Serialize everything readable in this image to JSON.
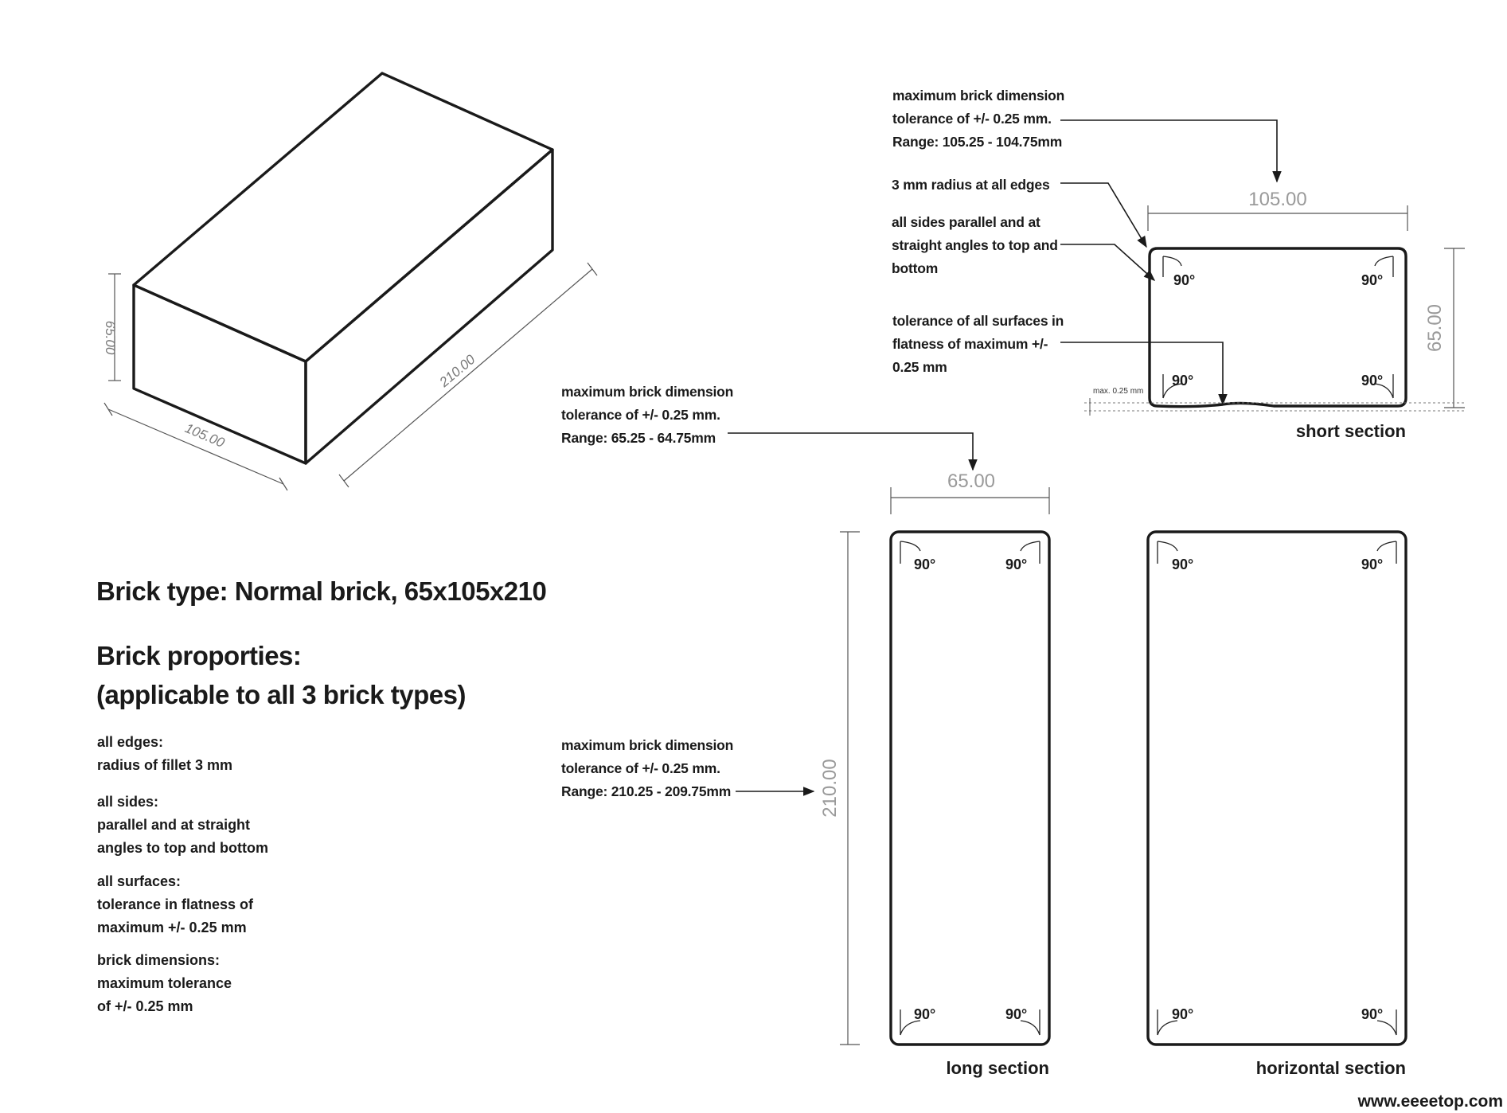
{
  "isometric": {
    "dim_height": "65.00",
    "dim_width": "105.00",
    "dim_length": "210.00"
  },
  "headings": {
    "brick_type": "Brick type: Normal brick, 65x105x210",
    "properties_line1": "Brick proporties:",
    "properties_line2": "(applicable to all 3 brick types)"
  },
  "properties": [
    {
      "title": "all edges:",
      "lines": [
        "radius of fillet 3 mm"
      ]
    },
    {
      "title": "all sides:",
      "lines": [
        "parallel and at straight",
        "angles to top and bottom"
      ]
    },
    {
      "title": "all surfaces:",
      "lines": [
        "tolerance in flatness of",
        "maximum +/- 0.25 mm"
      ]
    },
    {
      "title": "brick dimensions:",
      "lines": [
        "maximum tolerance",
        "of +/- 0.25 mm"
      ]
    }
  ],
  "short_section": {
    "label": "short section",
    "dim_width": "105.00",
    "dim_height": "65.00",
    "max_label": "max. 0.25 mm",
    "angle": "90°",
    "note_width": [
      "maximum brick dimension",
      "tolerance of +/- 0.25 mm.",
      "Range: 105.25 - 104.75mm"
    ],
    "note_radius": [
      "3 mm radius at all edges"
    ],
    "note_parallel": [
      "all sides parallel and at",
      "straight angles to top and",
      "bottom"
    ],
    "note_flatness": [
      "tolerance of all surfaces in",
      "flatness of maximum +/-",
      "0.25 mm"
    ]
  },
  "long_section": {
    "label": "long section",
    "dim_width": "65.00",
    "dim_height": "210.00",
    "angle": "90°",
    "note_width": [
      "maximum brick dimension",
      "tolerance of +/- 0.25 mm.",
      "Range: 65.25 - 64.75mm"
    ],
    "note_height": [
      "maximum brick dimension",
      "tolerance of +/- 0.25 mm.",
      "Range: 210.25 - 209.75mm"
    ]
  },
  "horizontal_section": {
    "label": "horizontal section",
    "angle": "90°"
  },
  "watermark": "www.eeeetop.com"
}
